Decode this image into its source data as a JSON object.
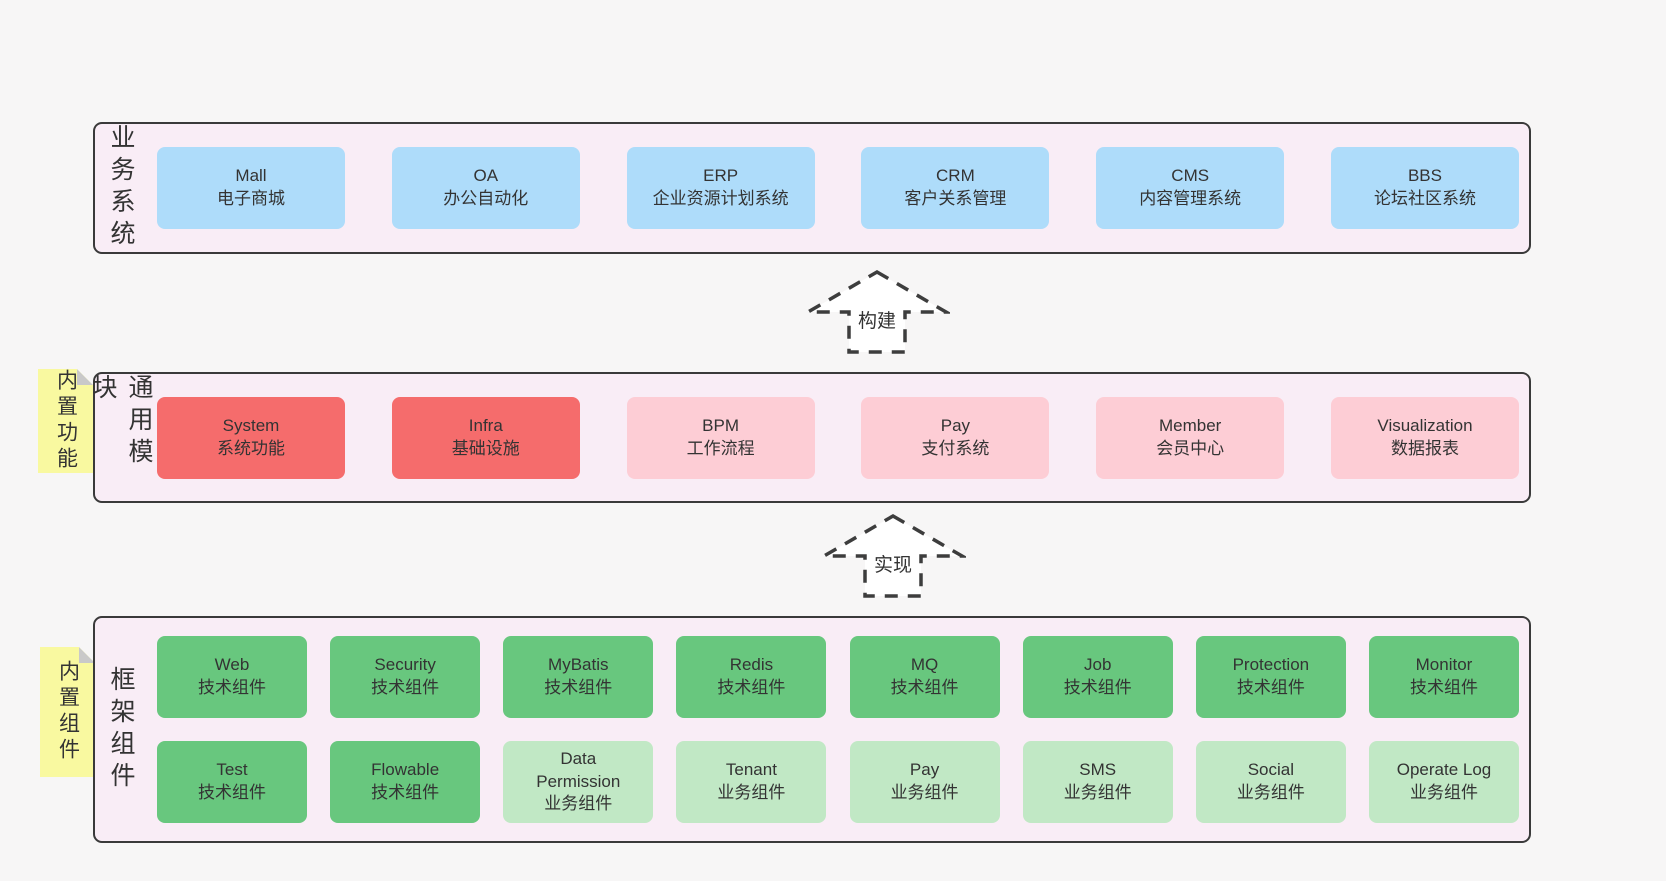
{
  "page": {
    "background": "#f7f6f6",
    "panel_background": "#f9edf6",
    "panel_border": "#3a3a3a"
  },
  "colors": {
    "blue_box": "#aedcfa",
    "red_box": "#f56c6c",
    "pink_box": "#fdcdd5",
    "green_dark_box": "#68c77e",
    "green_light_box": "#c1e8c5",
    "sticky_yellow": "#f9f9a0",
    "sticky_fold_gray": "#c9c9c9",
    "text": "#333333"
  },
  "arrows": [
    {
      "label": "构建"
    },
    {
      "label": "实现"
    }
  ],
  "layers": [
    {
      "id": "business-systems",
      "label": "业务系统",
      "boxes": [
        {
          "name": "Mall",
          "subtitle": "电子商城",
          "type": "blue"
        },
        {
          "name": "OA",
          "subtitle": "办公自动化",
          "type": "blue"
        },
        {
          "name": "ERP",
          "subtitle": "企业资源计划系统",
          "type": "blue"
        },
        {
          "name": "CRM",
          "subtitle": "客户关系管理",
          "type": "blue"
        },
        {
          "name": "CMS",
          "subtitle": "内容管理系统",
          "type": "blue"
        },
        {
          "name": "BBS",
          "subtitle": "论坛社区系统",
          "type": "blue"
        }
      ]
    },
    {
      "id": "common-modules",
      "label": "通用模块",
      "sticky": "内置功能",
      "boxes": [
        {
          "name": "System",
          "subtitle": "系统功能",
          "type": "red"
        },
        {
          "name": "Infra",
          "subtitle": "基础设施",
          "type": "red"
        },
        {
          "name": "BPM",
          "subtitle": "工作流程",
          "type": "pink"
        },
        {
          "name": "Pay",
          "subtitle": "支付系统",
          "type": "pink"
        },
        {
          "name": "Member",
          "subtitle": "会员中心",
          "type": "pink"
        },
        {
          "name": "Visualization",
          "subtitle": "数据报表",
          "type": "pink"
        }
      ]
    },
    {
      "id": "framework-components",
      "label": "框架组件",
      "sticky": "内置组件",
      "rows": [
        [
          {
            "name": "Web",
            "subtitle": "技术组件",
            "type": "green-dark"
          },
          {
            "name": "Security",
            "subtitle": "技术组件",
            "type": "green-dark"
          },
          {
            "name": "MyBatis",
            "subtitle": "技术组件",
            "type": "green-dark"
          },
          {
            "name": "Redis",
            "subtitle": "技术组件",
            "type": "green-dark"
          },
          {
            "name": "MQ",
            "subtitle": "技术组件",
            "type": "green-dark"
          },
          {
            "name": "Job",
            "subtitle": "技术组件",
            "type": "green-dark"
          },
          {
            "name": "Protection",
            "subtitle": "技术组件",
            "type": "green-dark"
          },
          {
            "name": "Monitor",
            "subtitle": "技术组件",
            "type": "green-dark"
          }
        ],
        [
          {
            "name": "Test",
            "subtitle": "技术组件",
            "type": "green-dark"
          },
          {
            "name": "Flowable",
            "subtitle": "技术组件",
            "type": "green-dark"
          },
          {
            "name": "Data\nPermission",
            "subtitle": "业务组件",
            "type": "green-light"
          },
          {
            "name": "Tenant",
            "subtitle": "业务组件",
            "type": "green-light"
          },
          {
            "name": "Pay",
            "subtitle": "业务组件",
            "type": "green-light"
          },
          {
            "name": "SMS",
            "subtitle": "业务组件",
            "type": "green-light"
          },
          {
            "name": "Social",
            "subtitle": "业务组件",
            "type": "green-light"
          },
          {
            "name": "Operate Log",
            "subtitle": "业务组件",
            "type": "green-light"
          }
        ]
      ]
    }
  ]
}
